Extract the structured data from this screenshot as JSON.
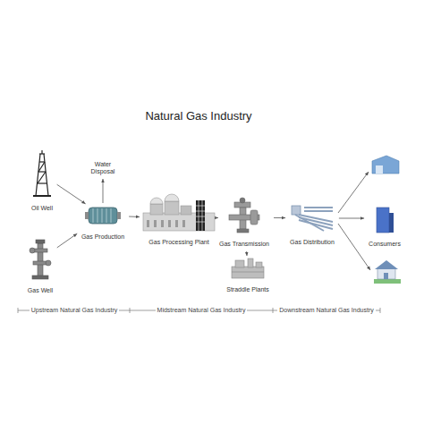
{
  "diagram": {
    "title": "Natural Gas Industry",
    "nodes": [
      {
        "text": [
          "Oil Well"
        ]
      },
      {
        "text": [
          "Water Disposal"
        ]
      },
      {
        "text": [
          "Gas Production"
        ]
      },
      {
        "text": [
          "Gas Well"
        ]
      },
      {
        "text": [
          "Gas Processing Plant"
        ]
      },
      {
        "text": [
          "Gas Transmission"
        ]
      },
      {
        "text": [
          "Straddle Plants"
        ]
      },
      {
        "text": [
          "Gas Distribution"
        ]
      },
      {
        "text": [
          "Consumers"
        ]
      }
    ],
    "edges": [
      {
        "from": 0,
        "to": 2,
        "arrow": "to"
      },
      {
        "from": 3,
        "to": 2,
        "arrow": "to"
      },
      {
        "from": 2,
        "to": 1,
        "arrow": "to"
      },
      {
        "from": 2,
        "to": 4,
        "arrow": "to"
      },
      {
        "from": 4,
        "to": 5,
        "arrow": "to"
      },
      {
        "from": 5,
        "to": 6,
        "arrow": "to"
      },
      {
        "from": 5,
        "to": 7,
        "arrow": "to"
      },
      {
        "from": 7,
        "to": 8,
        "arrow": "to"
      }
    ],
    "labels": [
      "Upstream Natural Gas Industry",
      "Midstream Natural Gas Industry",
      "Downstream Natural Gas Industry"
    ]
  }
}
